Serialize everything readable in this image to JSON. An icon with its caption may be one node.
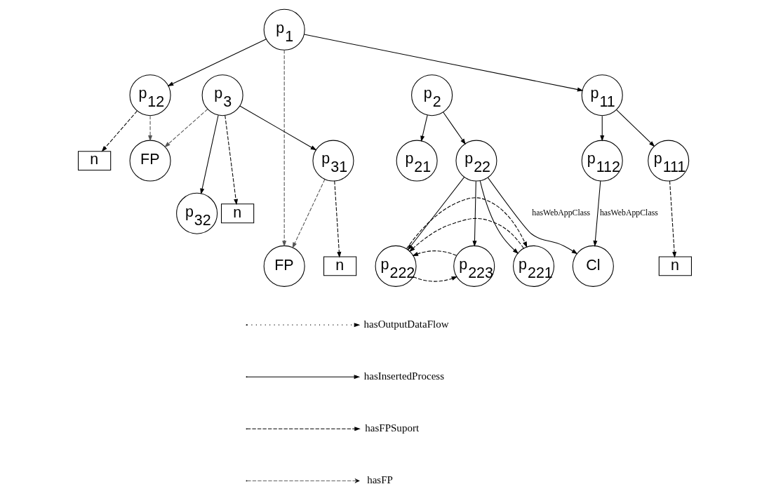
{
  "diagram": {
    "nodes": [
      {
        "text": [
          "p$_{1}$"
        ]
      },
      {
        "text": [
          "FP"
        ]
      },
      {
        "text": [
          "p$_{2}$"
        ]
      },
      {
        "text": [
          "n"
        ]
      },
      {
        "text": [
          "p$_{11}$"
        ]
      },
      {
        "text": [
          "p$_{21}$"
        ]
      },
      {
        "text": [
          "n"
        ]
      },
      {
        "text": [
          "p$_{12}$"
        ]
      },
      {
        "text": [
          "n"
        ]
      },
      {
        "text": [
          "p$_{22}$"
        ]
      },
      {
        "text": [
          "p$_{111}$"
        ]
      },
      {
        "text": [
          "p$_{112}$"
        ]
      },
      {
        "text": [
          "FP"
        ]
      },
      {
        "text": [
          "p$_{3}$"
        ]
      },
      {
        "text": [
          "p$_{221}$"
        ]
      },
      {
        "text": [
          "p$_{222}$"
        ]
      },
      {
        "text": [
          "p$_{223}$"
        ]
      },
      {
        "text": [
          "Cl"
        ]
      },
      {
        "text": [
          "p$_{31}$"
        ]
      },
      {
        "text": [
          "p$_{32}$"
        ]
      },
      {
        "text": [
          "n"
        ]
      }
    ],
    "edges": [
      {
        "from": 0,
        "to": 4,
        "arrow": "to"
      },
      {
        "from": 0,
        "to": 7,
        "arrow": "to"
      },
      {
        "from": 0,
        "to": 1,
        "arrow": "to",
        "style": "dashed",
        "color": "#555555"
      },
      {
        "from": 2,
        "to": 5,
        "arrow": "to"
      },
      {
        "from": 2,
        "to": 9,
        "arrow": "to"
      },
      {
        "from": 10,
        "to": 3,
        "arrow": "to",
        "style": "dashed"
      },
      {
        "from": 4,
        "to": 10,
        "arrow": "to"
      },
      {
        "from": 4,
        "to": 11,
        "arrow": "to"
      },
      {
        "from": 7,
        "to": 6,
        "arrow": "to",
        "style": "dashed"
      },
      {
        "from": 7,
        "to": 12,
        "arrow": "to",
        "style": "dashed",
        "color": "#555555"
      },
      {
        "from": 9,
        "to": 14,
        "arrow": "to"
      },
      {
        "from": 9,
        "to": 15,
        "arrow": "to"
      },
      {
        "from": 9,
        "to": 16,
        "arrow": "to"
      },
      {
        "from": 9,
        "to": 17,
        "arrow": "to",
        "label": "hasWebAppClass"
      },
      {
        "from": 11,
        "to": 17,
        "arrow": "to",
        "label": "hasWebAppClass"
      },
      {
        "from": 14,
        "to": 15,
        "arrow": "to",
        "style": "dashed"
      },
      {
        "from": 15,
        "to": 14,
        "arrow": "to",
        "style": "dashed"
      },
      {
        "from": 15,
        "to": 16,
        "arrow": "to",
        "style": "dashed"
      },
      {
        "from": 16,
        "to": 15,
        "arrow": "to",
        "style": "dashed"
      },
      {
        "from": 13,
        "to": 12,
        "arrow": "to",
        "style": "dashed",
        "color": "#555555"
      },
      {
        "from": 13,
        "to": 20,
        "arrow": "to",
        "style": "dashed"
      },
      {
        "from": 13,
        "to": 19,
        "arrow": "to"
      },
      {
        "from": 13,
        "to": 18,
        "arrow": "to"
      },
      {
        "from": 18,
        "to": 1,
        "arrow": "to",
        "style": "dashed",
        "color": "#555555"
      },
      {
        "from": 18,
        "to": 8,
        "arrow": "to",
        "style": "dashed"
      }
    ],
    "legend": [
      {
        "text": "hasOutputDataFlow"
      },
      {
        "text": "hasInsertedProcess"
      },
      {
        "text": "hasFPSuport"
      },
      {
        "text": "hasFP"
      }
    ]
  }
}
